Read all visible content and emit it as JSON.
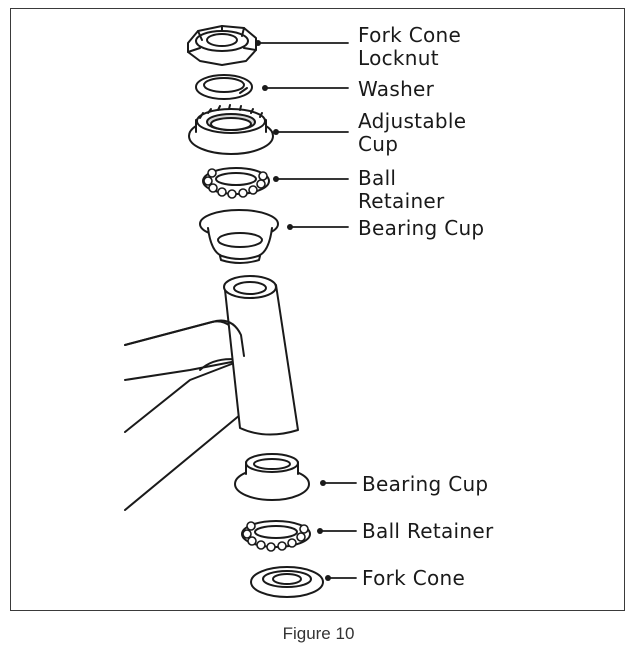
{
  "labels": {
    "fork_cone_locknut": [
      "Fork Cone",
      "Locknut"
    ],
    "washer": "Washer",
    "adjustable_cup": [
      "Adjustable",
      "Cup"
    ],
    "ball_retainer_top": [
      "Ball",
      "Retainer"
    ],
    "bearing_cup_top": "Bearing Cup",
    "bearing_cup_bottom": "Bearing Cup",
    "ball_retainer_bottom": "Ball Retainer",
    "fork_cone": "Fork Cone"
  },
  "caption": "Figure 10",
  "colors": {
    "line": "#1a1a1a",
    "part_fill": "#ffffff",
    "shade": "#c8c8c8",
    "frame": "#3a3a3a"
  }
}
